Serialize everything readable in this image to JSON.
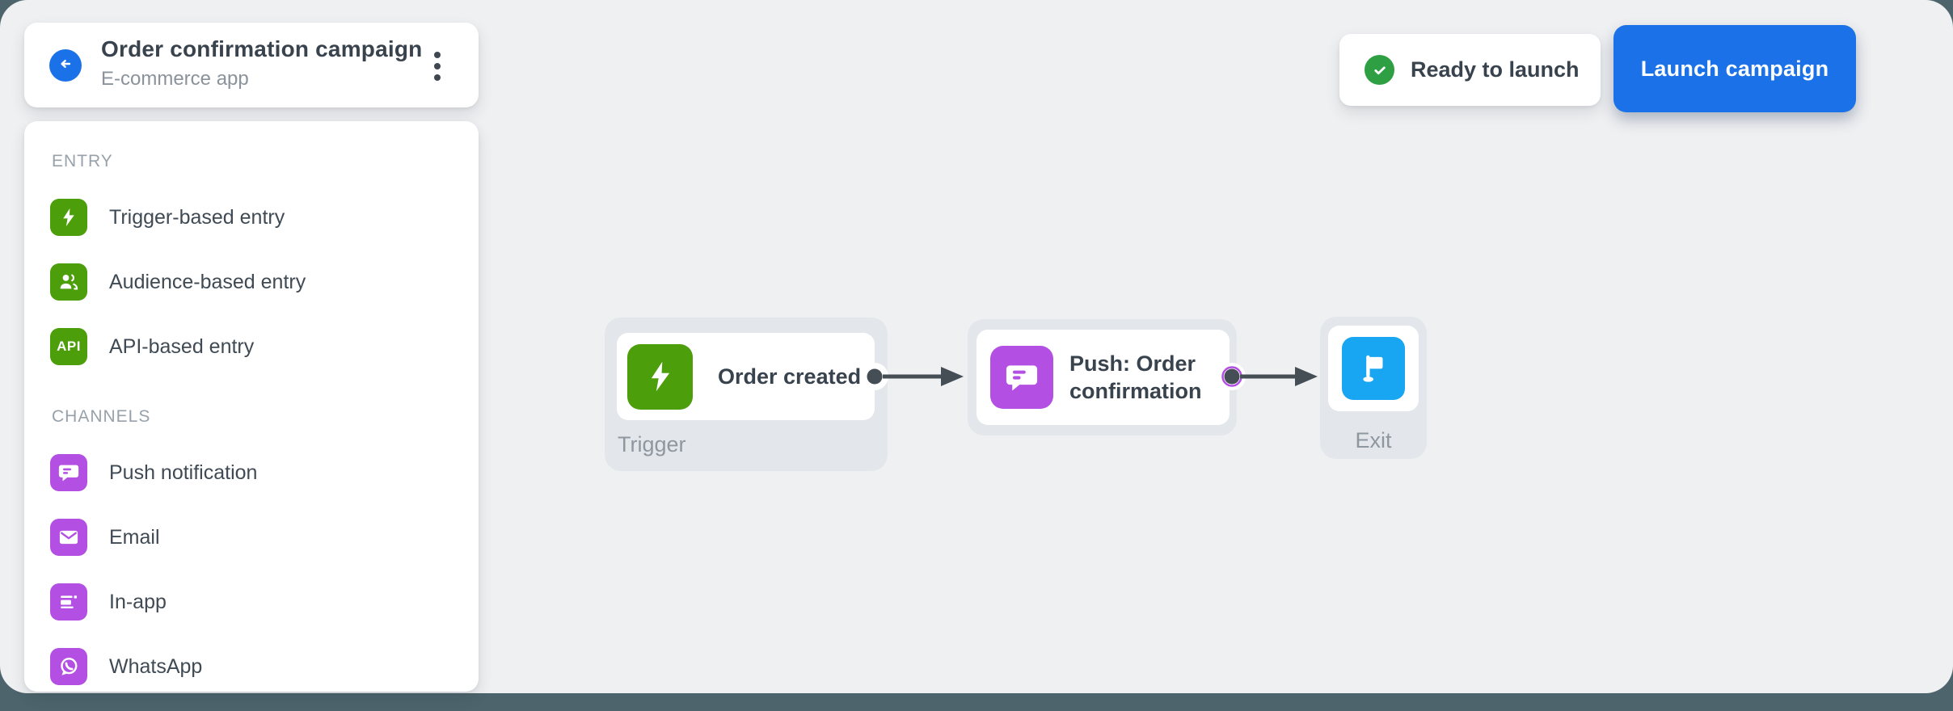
{
  "header": {
    "title": "Order confirmation campaign",
    "subtitle": "E-commerce app"
  },
  "toolbar": {
    "status_label": "Ready to launch",
    "launch_label": "Launch campaign"
  },
  "sidebar": {
    "entry": {
      "heading": "ENTRY",
      "items": [
        {
          "label": "Trigger-based entry",
          "icon": "lightning-icon"
        },
        {
          "label": "Audience-based entry",
          "icon": "audience-icon"
        },
        {
          "label": "API-based entry",
          "icon": "api-icon",
          "icon_text": "API"
        }
      ]
    },
    "channels": {
      "heading": "CHANNELS",
      "items": [
        {
          "label": "Push notification",
          "icon": "push-chat-icon"
        },
        {
          "label": "Email",
          "icon": "email-icon"
        },
        {
          "label": "In-app",
          "icon": "inapp-icon"
        },
        {
          "label": "WhatsApp",
          "icon": "whatsapp-icon"
        }
      ]
    }
  },
  "canvas": {
    "nodes": [
      {
        "id": "trigger",
        "title": "Order created",
        "type_label": "Trigger",
        "icon": "lightning-icon"
      },
      {
        "id": "push",
        "title": "Push: Order confirmation",
        "icon": "push-chat-icon"
      },
      {
        "id": "exit",
        "type_label": "Exit",
        "icon": "flag-icon"
      }
    ]
  },
  "colors": {
    "page_background": "#4D646C",
    "canvas_background": "#EFF0F2",
    "card_background": "#FFFFFF",
    "node_container": "#E3E7EB",
    "entry_green": "#4C9E0B",
    "status_check_green": "#2EA043",
    "channel_purple": "#B44FE3",
    "exit_blue": "#18A6F2",
    "primary_blue": "#1B72E8",
    "connector_gray": "#454D55",
    "text_dark": "#39434E",
    "text_muted": "#8A939B"
  }
}
